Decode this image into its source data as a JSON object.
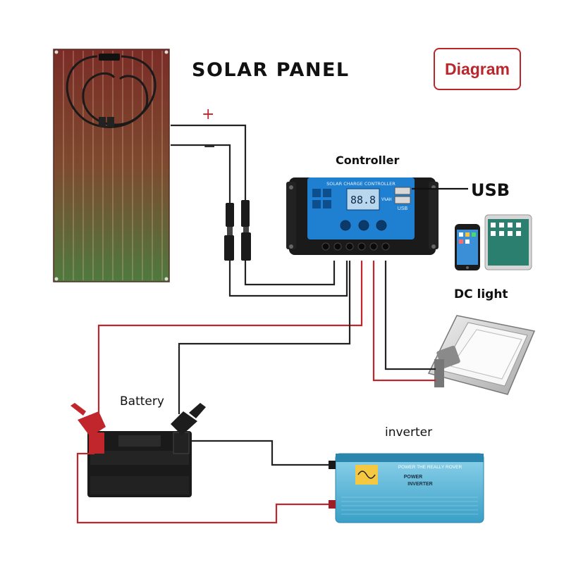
{
  "title": "SOLAR  PANEL",
  "tag": "Diagram",
  "labels": {
    "plus": "+",
    "minus": "−",
    "controller": "Controller",
    "usb": "USB",
    "dc_light": "DC light",
    "battery": "Battery",
    "inverter": "inverter"
  },
  "controller_device": {
    "header": "SOLAR CHARGE CONTROLLER",
    "display": "88.8",
    "unit": "V%AH",
    "usb_port": "USB"
  },
  "inverter_device": {
    "line1": "POWER THE REALLY ROVER",
    "line2": "POWER",
    "line3": "INVERTER"
  },
  "colors": {
    "positive_wire": "#c0262b",
    "negative_wire": "#222222",
    "tag_border": "#b9262b",
    "controller_blue": "#1f7fd0",
    "inverter_blue": "#56b7d9"
  },
  "icons": [
    "solar-panel-icon",
    "charge-controller-icon",
    "usb-port-icon",
    "smartphone-icon",
    "tablet-icon",
    "dc-floodlight-icon",
    "battery-icon",
    "inverter-icon"
  ]
}
